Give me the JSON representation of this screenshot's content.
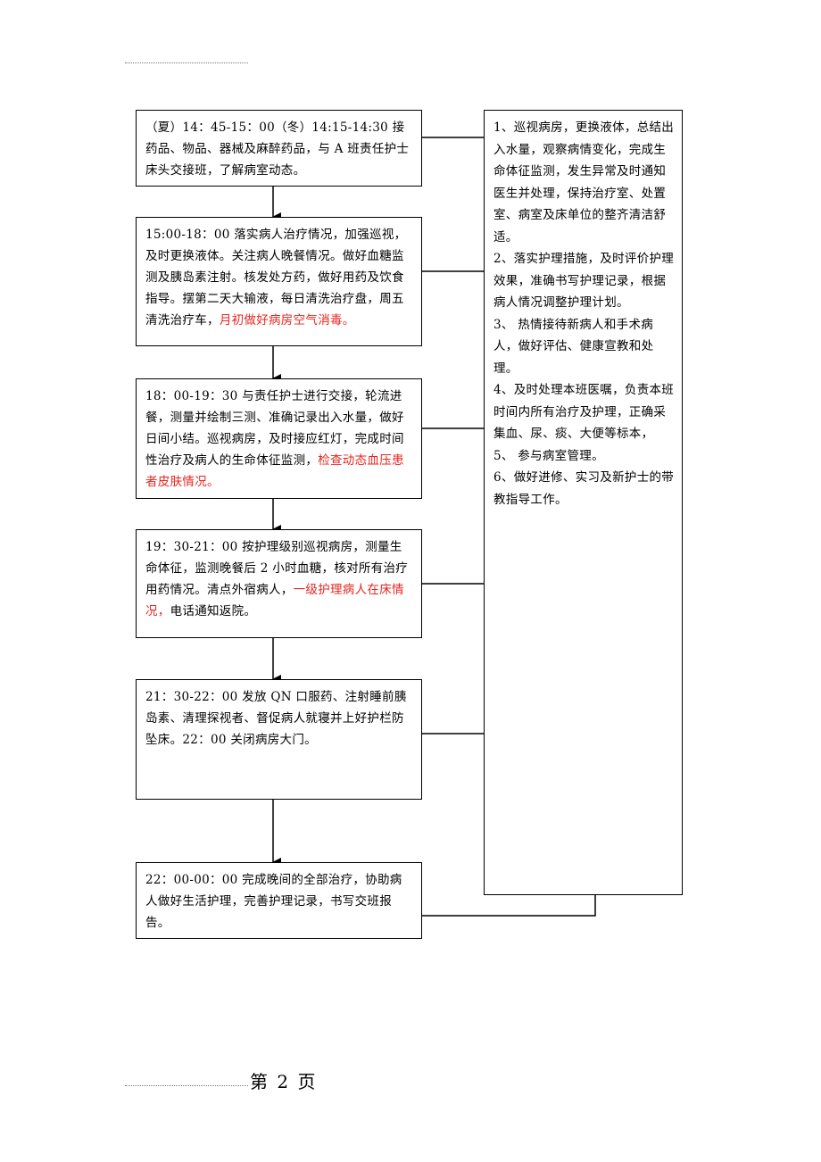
{
  "steps": [
    {
      "parts": [
        {
          "text": "（夏）14：45-15：00（冬）14:15-14:30 接药品、物品、器械及麻醉药品，与 A 班责任护士床头交接班，了解病室动态。"
        }
      ]
    },
    {
      "parts": [
        {
          "text": "15:00-18：00 落实病人治疗情况，加强巡视，及时更换液体。关注病人晚餐情况。做好血糖监测及胰岛素注射。核发处方药，做好用药及饮食指导。摆第二天大输液，每日清洗治疗盘，周五清洗治疗车，"
        },
        {
          "text": "月初做好病房空气消毒。",
          "red": true
        }
      ]
    },
    {
      "parts": [
        {
          "text": "18：00-19：30 与责任护士进行交接，轮流进餐，测量并绘制三测、准确记录出入水量，做好日间小结。巡视病房，及时接应红灯，完成时间性治疗及病人的生命体征监测，"
        },
        {
          "text": "检查动态血压患者皮肤情况。",
          "red": true
        }
      ]
    },
    {
      "parts": [
        {
          "text": "19：30-21：00 按护理级别巡视病房，测量生命体征，监测晚餐后 2 小时血糖，核对所有治疗用药情况。清点外宿病人，"
        },
        {
          "text": "一级护理病人在床情况，",
          "red": true
        },
        {
          "text": "电话通知返院。"
        }
      ]
    },
    {
      "parts": [
        {
          "text": "21：30-22：00 发放 QN 口服药、注射睡前胰岛素、清理探视者、督促病人就寝并上好护栏防坠床。22：00 关闭病房大门。"
        }
      ]
    },
    {
      "parts": [
        {
          "text": "22：00-00：00 完成晚间的全部治疗，协助病人做好生活护理，完善护理记录，书写交班报告。"
        }
      ]
    }
  ],
  "duties": [
    "1、巡视病房，更换液体，总结出入水量，观察病情变化，完成生命体征监测，发生异常及时通知医生并处理，保持治疗室、处置室、病室及床单位的整齐清洁舒适。",
    "2、落实护理措施，及时评价护理效果，准确书写护理记录，根据病人情况调整护理计划。",
    "3、 热情接待新病人和手术病人，做好评估、健康宣教和处理。",
    "4、及时处理本班医嘱，负责本班时间内所有治疗及护理，正确采集血、尿、痰、大便等标本，",
    "5、 参与病室管理。",
    "6、做好进修、实习及新护士的带教指导工作。"
  ],
  "footer": {
    "page_label": "第 2 页"
  },
  "colors": {
    "highlight": "#e8251f",
    "line": "#000000"
  }
}
